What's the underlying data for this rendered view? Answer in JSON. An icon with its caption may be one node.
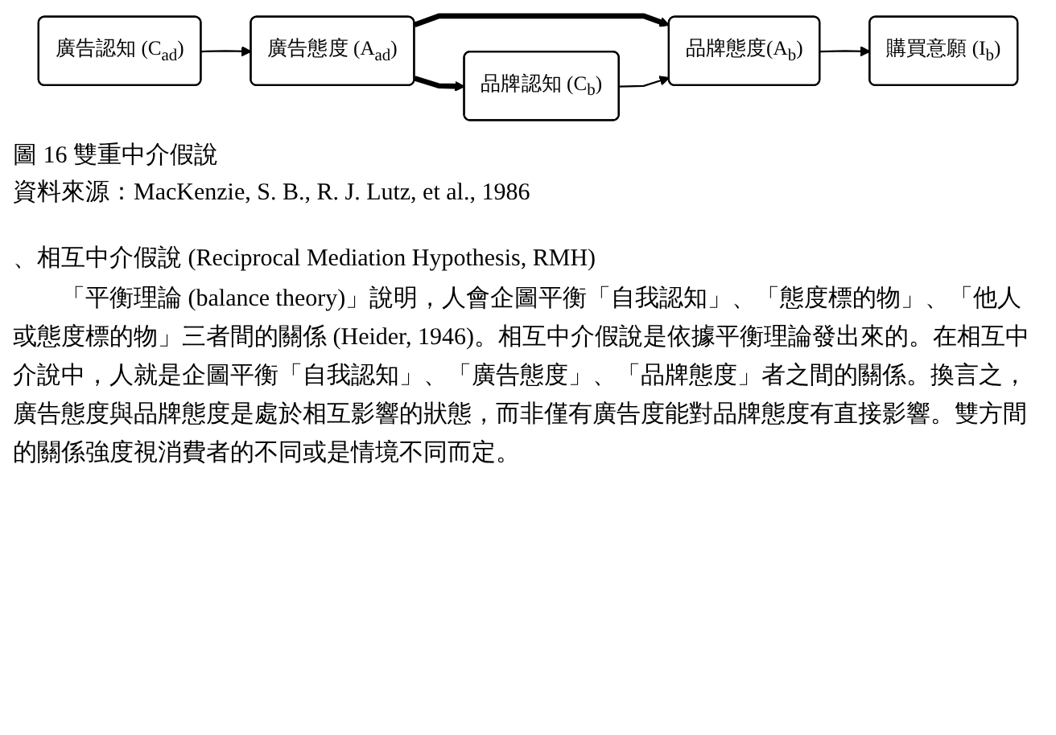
{
  "diagram": {
    "caption": "圖 16 雙重中介假說",
    "nodes": [
      {
        "text": [
          "廣告認知 (C$_{ad}$)"
        ]
      },
      {
        "text": [
          "廣告態度 (A$_{ad}$)"
        ]
      },
      {
        "text": [
          "品牌認知 (C$_{b}$)"
        ]
      },
      {
        "text": [
          "品牌態度(A$_{b}$)"
        ]
      },
      {
        "text": [
          "購買意願 (I$_{b}$)"
        ]
      }
    ],
    "edges": [
      {
        "from": 0,
        "to": 1,
        "arrow": "to"
      },
      {
        "from": 1,
        "to": 2,
        "arrow": "to",
        "style": "thick"
      },
      {
        "from": 1,
        "to": 3,
        "arrow": "to",
        "style": "thick"
      },
      {
        "from": 2,
        "to": 3,
        "arrow": "to"
      },
      {
        "from": 3,
        "to": 4,
        "arrow": "to"
      }
    ],
    "labels": [
      "資料來源：MacKenzie, S. B., R. J. Lutz, et al., 1986",
      "、相互中介假說 (Reciprocal Mediation Hypothesis, RMH)",
      "「平衡理論 (balance theory)」說明，人會企圖平衡「自我認知」、「態度標的物」、「他人或態度標的物」三者間的關係 (Heider, 1946)。相互中介假說是依據平衡理論發出來的。在相互中介說中，人就是企圖平衡「自我認知」、「廣告態度」、「品牌態度」者之間的關係。換言之，廣告態度與品牌態度是處於相互影響的狀態，而非僅有廣告度能對品牌態度有直接影響。雙方間的關係強度視消費者的不同或是情境不同而定。"
    ]
  }
}
